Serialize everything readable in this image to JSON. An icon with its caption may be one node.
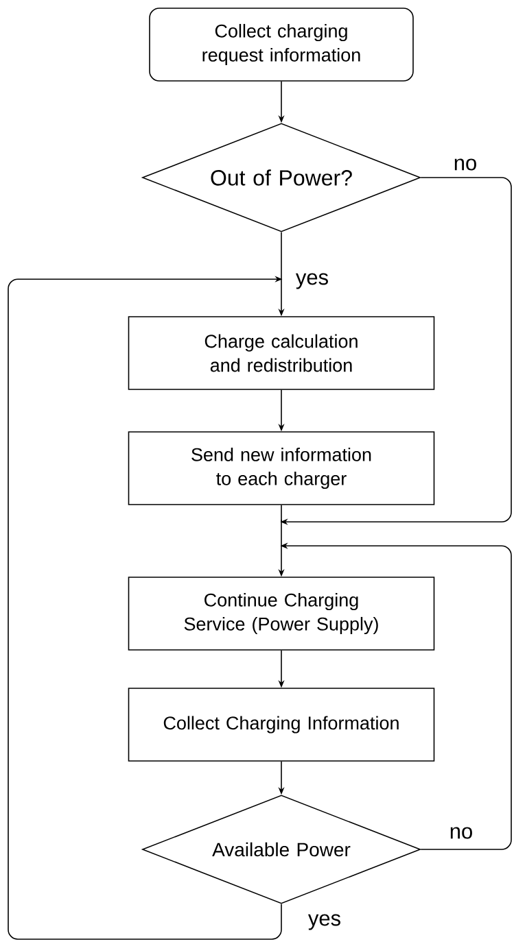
{
  "diagram": {
    "nodes": [
      {
        "text": [
          "Collect charging request information"
        ]
      },
      {
        "text": [
          "Out of Power?"
        ]
      },
      {
        "text": [
          "Charge calculation and redistribution"
        ]
      },
      {
        "text": [
          "Send new information to each charger"
        ]
      },
      {
        "text": [
          "Continue Charging Service (Power Supply)"
        ]
      },
      {
        "text": [
          "Collect Charging Information"
        ]
      },
      {
        "text": [
          "Available Power"
        ]
      }
    ],
    "edges": [
      {
        "from": 0,
        "to": 1,
        "arrow": "to"
      },
      {
        "from": 1,
        "to": 2,
        "arrow": "to",
        "label": "yes"
      },
      {
        "from": 1,
        "to": 4,
        "arrow": "to",
        "label": "no"
      },
      {
        "from": 2,
        "to": 3,
        "arrow": "to"
      },
      {
        "from": 3,
        "to": 4,
        "arrow": "to"
      },
      {
        "from": 4,
        "to": 5,
        "arrow": "to"
      },
      {
        "from": 5,
        "to": 6,
        "arrow": "to"
      },
      {
        "from": 6,
        "to": 4,
        "arrow": "to",
        "label": "no"
      },
      {
        "from": 6,
        "to": 2,
        "arrow": "to",
        "label": "yes"
      }
    ]
  }
}
